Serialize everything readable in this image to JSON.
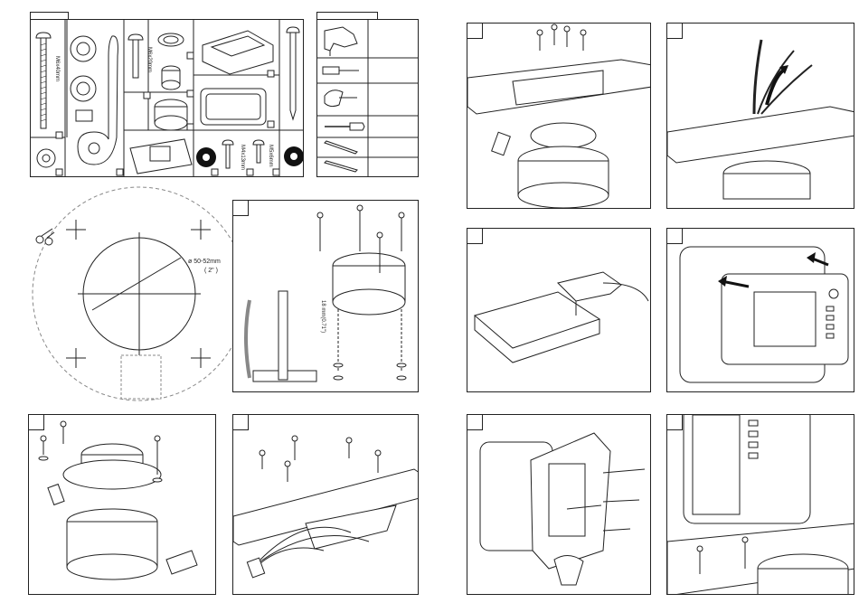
{
  "parts_box": {
    "label_screw_long": "M6x40mm",
    "label_screw_mid": "M6x20mm",
    "label_screw_a": "M4x13mm",
    "label_screw_b": "M5x6mm"
  },
  "template": {
    "diameter_label": "ø 50-52mm",
    "inch_label": "( 2\" )",
    "drill_label": "18 mm(0.71\")"
  }
}
